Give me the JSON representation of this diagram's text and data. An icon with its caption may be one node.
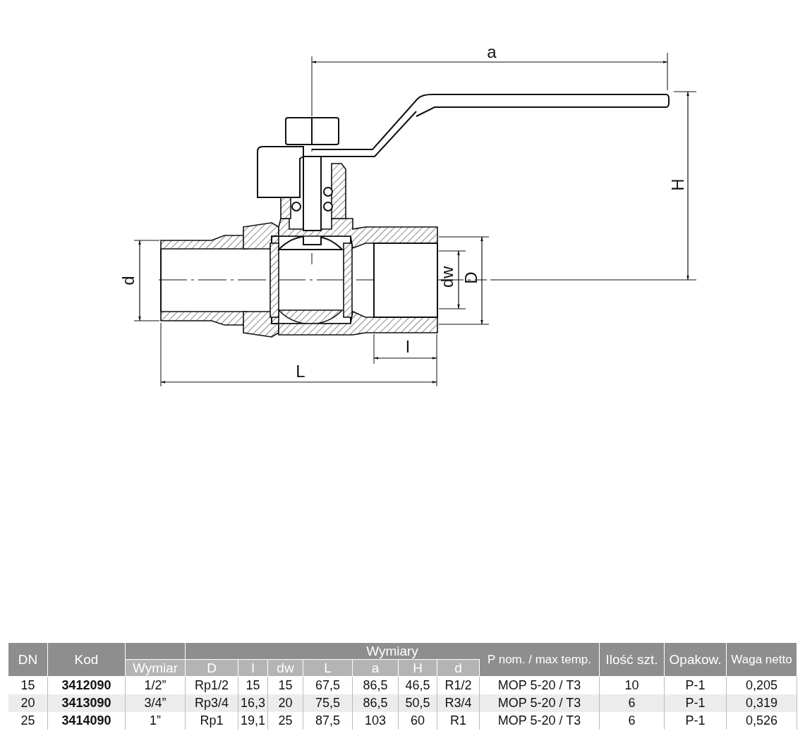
{
  "diagram": {
    "labels": [
      "a",
      "H",
      "d",
      "dw",
      "D",
      "l",
      "L",
      "DN",
      "Kod",
      "Wymiary",
      "P nom. / max temp.",
      "Ilość szt.",
      "Opakow.",
      "Waga netto",
      "Wymiar",
      "D",
      "l",
      "dw",
      "L",
      "a",
      "H",
      "d",
      "15",
      "3412090",
      "1/2”",
      "Rp1/2",
      "15",
      "15",
      "67,5",
      "86,5",
      "46,5",
      "R1/2",
      "MOP 5-20 / T3",
      "10",
      "P-1",
      "0,205",
      "20",
      "3413090",
      "3/4”",
      "Rp3/4",
      "16,3",
      "20",
      "75,5",
      "86,5",
      "50,5",
      "R3/4",
      "MOP 5-20 / T3",
      "6",
      "P-1",
      "0,319",
      "25",
      "3414090",
      "1”",
      "Rp1",
      "19,1",
      "25",
      "87,5",
      "103",
      "60",
      "R1",
      "MOP 5-20 / T3",
      "6",
      "P-1",
      "0,526"
    ]
  }
}
